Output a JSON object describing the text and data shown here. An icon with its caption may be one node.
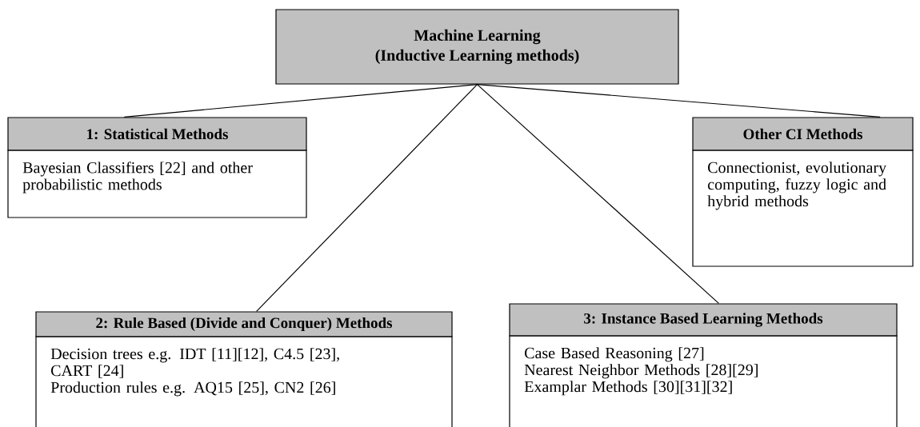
{
  "diagram": {
    "nodes": [
      {
        "text": [
          "Machine Learning",
          "(Inductive Learning methods)"
        ]
      },
      {
        "text": [
          "1: Statistical Methods",
          "Bayesian Classifiers [22] and other probabilistic methods"
        ]
      },
      {
        "text": [
          "Other CI Methods",
          "Connectionist, evolutionary computing, fuzzy logic and hybrid methods"
        ]
      },
      {
        "text": [
          "2: Rule Based (Divide and Conquer) Methods",
          "Decision trees e.g. IDT [11][12], C4.5 [23], CART [24]",
          "Production rules e.g. AQ15 [25], CN2 [26]"
        ]
      },
      {
        "text": [
          "3: Instance Based Learning Methods",
          "Case Based Reasoning [27]",
          "Nearest Neighbor Methods [28][29]",
          "Examplar Methods [30][31][32]"
        ]
      }
    ],
    "edges": [
      {
        "from": 0,
        "to": 1,
        "arrow": "none"
      },
      {
        "from": 0,
        "to": 2,
        "arrow": "none"
      },
      {
        "from": 0,
        "to": 3,
        "arrow": "none"
      },
      {
        "from": 0,
        "to": 4,
        "arrow": "none"
      }
    ]
  }
}
